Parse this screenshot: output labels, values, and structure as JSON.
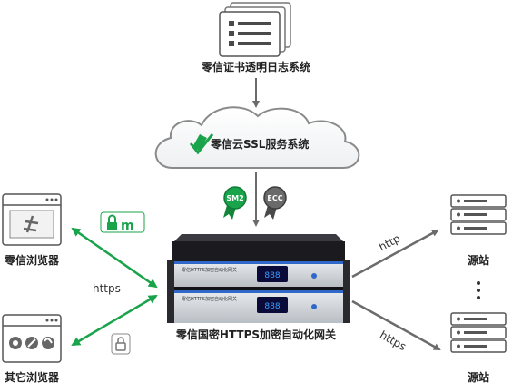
{
  "top_system": {
    "label": "零信证书透明日志系统"
  },
  "cloud": {
    "label": "零信云SSL服务系统"
  },
  "cert_badges": {
    "sm2": "SM2",
    "ecc": "ECC"
  },
  "left_browsers": [
    {
      "label": "零信浏览器"
    },
    {
      "label": "其它浏览器"
    }
  ],
  "gateway": {
    "label": "零信国密HTTPS加密自动化网关",
    "panel_text": "零信HTTPS加密自动化网关",
    "display": "888"
  },
  "protocols": {
    "left": "https",
    "right_top": "http",
    "right_bottom": "https"
  },
  "servers": [
    {
      "label": "源站"
    },
    {
      "label": "源站"
    }
  ],
  "colors": {
    "green": "#19a34a",
    "gray_arrow": "#6b6b6b",
    "device_dark": "#1b1b1f",
    "device_blue": "#2f68c8"
  }
}
